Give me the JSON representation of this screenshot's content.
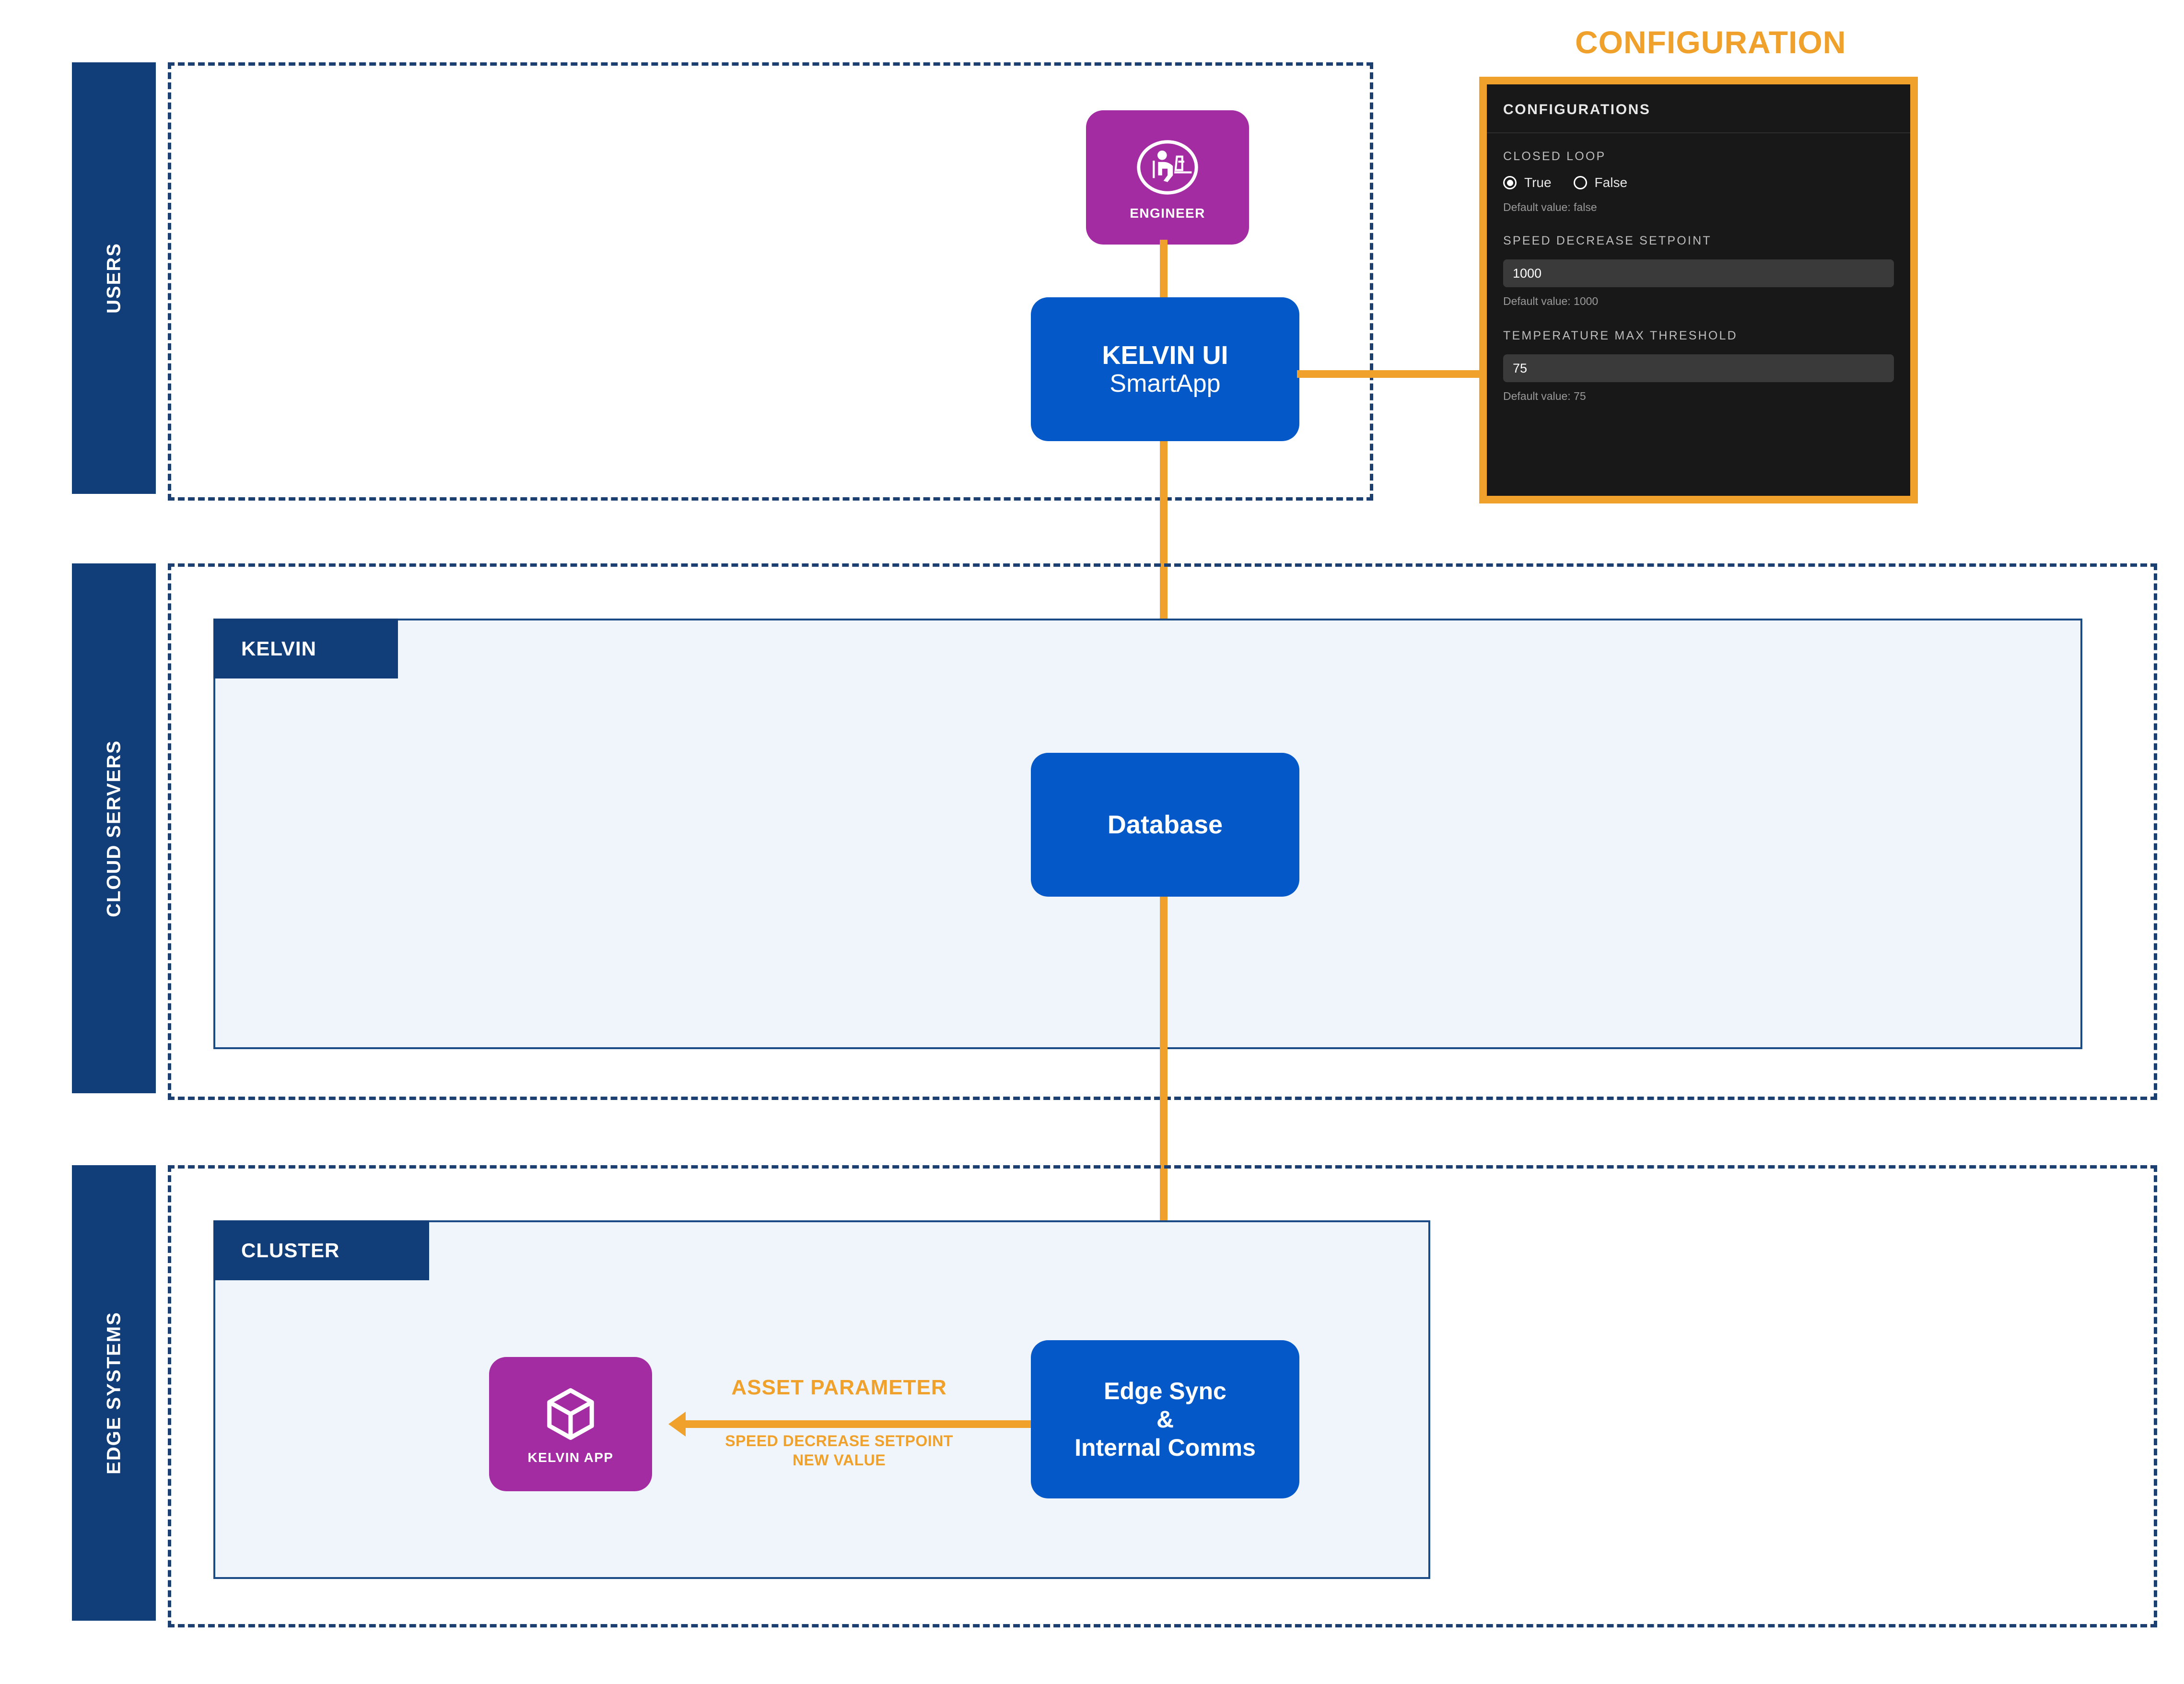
{
  "diagram": {
    "lanes": [
      {
        "id": "users",
        "label": "USERS"
      },
      {
        "id": "cloud",
        "label": "CLOUD SERVERS"
      },
      {
        "id": "edge",
        "label": "EDGE SYSTEMS"
      }
    ],
    "groups": [
      {
        "id": "kelvin",
        "label": "KELVIN"
      },
      {
        "id": "cluster",
        "label": "CLUSTER"
      }
    ],
    "nodes": {
      "engineer": {
        "label": "ENGINEER",
        "icon": "person-at-desk-icon"
      },
      "kelvin_ui": {
        "line1": "KELVIN UI",
        "line2": "SmartApp"
      },
      "database": {
        "label": "Database"
      },
      "edge_sync": {
        "line1": "Edge Sync",
        "line2": "&",
        "line3": "Internal Comms"
      },
      "kelvin_app": {
        "label": "KELVIN APP",
        "icon": "cube-icon"
      }
    },
    "arrow_caption": {
      "title": "ASSET PARAMETER",
      "sub_line1": "SPEED DECREASE SETPOINT",
      "sub_line2": "NEW VALUE"
    },
    "colors": {
      "navy": "#113D79",
      "blue": "#0458C8",
      "purple": "#A32CA3",
      "orange": "#EFA12B",
      "group_fill": "#EFF5FA",
      "panel_bg": "#181818"
    }
  },
  "configuration": {
    "callout_title": "CONFIGURATION",
    "panel_header": "CONFIGURATIONS",
    "fields": [
      {
        "label": "CLOSED LOOP",
        "type": "radio",
        "options": [
          {
            "label": "True",
            "selected": true
          },
          {
            "label": "False",
            "selected": false
          }
        ],
        "default_text": "Default value: false"
      },
      {
        "label": "SPEED DECREASE SETPOINT",
        "type": "text",
        "value": "1000",
        "default_text": "Default value: 1000"
      },
      {
        "label": "TEMPERATURE MAX THRESHOLD",
        "type": "text",
        "value": "75",
        "default_text": "Default value: 75"
      }
    ]
  }
}
